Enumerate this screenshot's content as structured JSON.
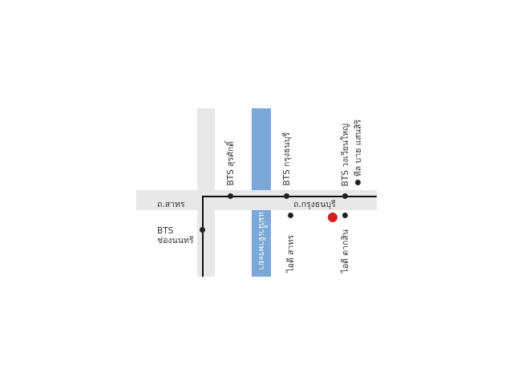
{
  "colors": {
    "road": "#e8e8e8",
    "river": "#7ba7d9",
    "bts_line": "#111111",
    "project_marker": "#d71f1f"
  },
  "roads": {
    "sathorn": "ถ.สาทร",
    "krung_thonburi": "ถ.กรุงธนบุรี"
  },
  "river": {
    "label": "แม่น้ำเจ้าพระยา"
  },
  "stations": {
    "surasak": "BTS สุรศักดิ์",
    "krung_thonburi": "BTS กรุงธนบุรี",
    "wongwian_yai": "BTS วงเวียนใหญ่",
    "chong_nonsi_line1": "BTS",
    "chong_nonsi_line2": "ช่องนนทรี"
  },
  "landmarks": {
    "teal": "ทีล บาย แสนสิริ",
    "ideo_sathorn": "ไอดี สาทร",
    "ideo_taksin": "ไอดี ตากสิน"
  }
}
